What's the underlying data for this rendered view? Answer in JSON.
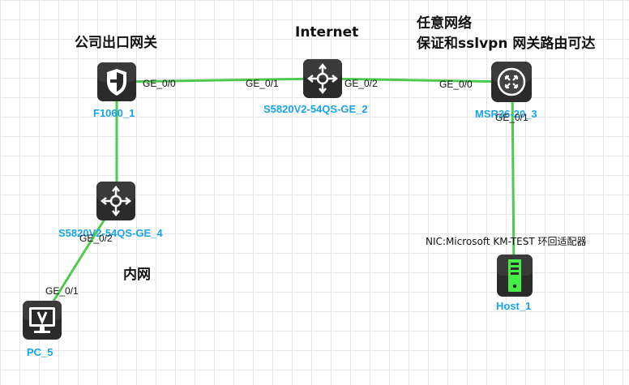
{
  "notes": {
    "gateway": "公司出口网关",
    "internet": "Internet",
    "any_network_line1": "任意网络",
    "any_network_line2": "保证和sslvpn 网关路由可达",
    "lan": "内网"
  },
  "devices": {
    "firewall": {
      "name": "F1060_1",
      "icon": "firewall-shield-icon"
    },
    "core_switch": {
      "name": "S5820V2-54QS-GE_2",
      "icon": "switch-arrows-icon"
    },
    "router": {
      "name": "MSR36-20_3",
      "icon": "router-icon"
    },
    "access_switch": {
      "name": "S5820V2-54QS-GE_4",
      "icon": "switch-arrows-icon"
    },
    "pc": {
      "name": "PC_5",
      "icon": "monitor-icon"
    },
    "host": {
      "name": "Host_1",
      "icon": "server-tower-icon"
    }
  },
  "ports": {
    "fw_ge00": "GE_0/0",
    "sw2_ge01": "GE_0/1",
    "sw2_ge02": "GE_0/2",
    "router_ge00": "GE_0/0",
    "router_ge01": "GE_0/1",
    "sw4_ge02": "GE_0/2",
    "pc_ge01": "GE_0/1"
  },
  "host_nic": "NIC:Microsoft KM-TEST 环回适配器",
  "colors": {
    "link": "#4fc94f",
    "device_dark": "#2a2a2a",
    "label_blue": "#1aa3e8",
    "host_green": "#44ee44"
  }
}
